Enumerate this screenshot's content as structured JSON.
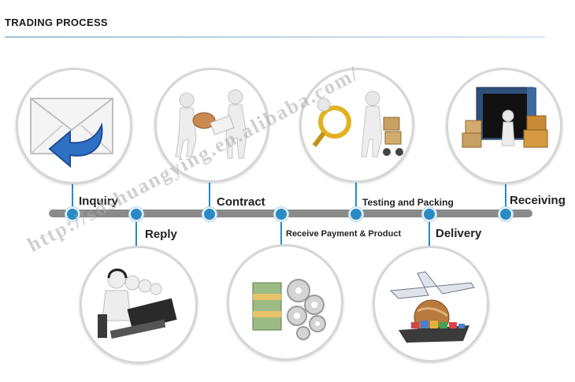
{
  "header": {
    "title": "TRADING PROCESS"
  },
  "steps": {
    "inquiry": "Inquiry",
    "reply": "Reply",
    "contract": "Contract",
    "receive_payment": "Receive Payment & Product",
    "testing_packing": "Testing and Packing",
    "delivery": "Delivery",
    "receiving": "Receiving"
  },
  "watermark": "http://sdshuangying.en.alibaba.com/",
  "colors": {
    "timeline": "#8a8a8a",
    "node": "#2b8ac4",
    "connector": "#2a89c2",
    "header_rule": "#9ec3d8"
  }
}
